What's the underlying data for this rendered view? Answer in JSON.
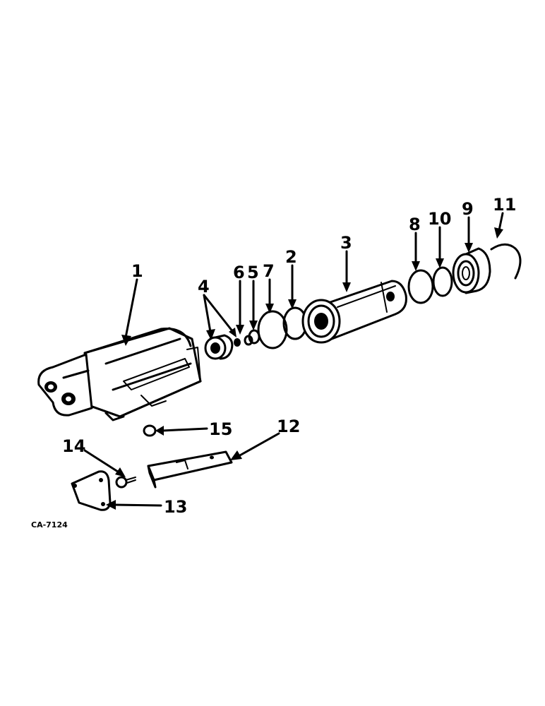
{
  "callouts": {
    "c1": "1",
    "c2": "2",
    "c3": "3",
    "c4": "4",
    "c5": "5",
    "c6": "6",
    "c7": "7",
    "c8": "8",
    "c9": "9",
    "c10": "10",
    "c11": "11",
    "c12": "12",
    "c13": "13",
    "c14": "14",
    "c15": "15"
  },
  "figure_code": "CA-7124",
  "colors": {
    "ink": "#000000",
    "paper": "#ffffff"
  }
}
